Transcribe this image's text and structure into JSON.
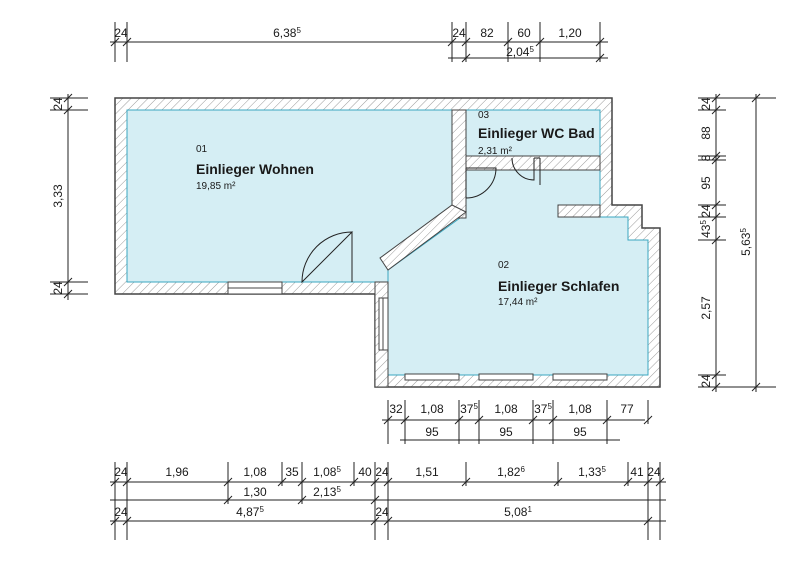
{
  "rooms": [
    {
      "number": "01",
      "name": "Einlieger Wohnen",
      "area": "19,85 m²"
    },
    {
      "number": "02",
      "name": "Einlieger Schlafen",
      "area": "17,44 m²"
    },
    {
      "number": "03",
      "name": "Einlieger WC Bad",
      "area": "2,31 m²"
    }
  ],
  "dims": {
    "top_row1": [
      "24",
      "6,38",
      "24",
      "82",
      "60",
      "1,20"
    ],
    "top_row1_sup": {
      "b": "5"
    },
    "top_row2": "2,04",
    "top_row2_sup": "5",
    "left": [
      "24",
      "3,33",
      "24"
    ],
    "right_row1": [
      "24",
      "88",
      "8",
      "95",
      "24",
      "43",
      "2,57",
      "24"
    ],
    "right_row1_sup": {
      "f": "5"
    },
    "right_total": "5,63",
    "right_total_sup": "5",
    "win_row1": [
      "32",
      "1,08",
      "37",
      "1,08",
      "37",
      "1,08",
      "77"
    ],
    "win_row1_sup": "5",
    "win_row2": [
      "95",
      "95",
      "95"
    ],
    "bot_row1": [
      "24",
      "1,96",
      "1,08",
      "35",
      "1,08",
      "40",
      "24",
      "1,51",
      "1,82",
      "1,33",
      "41",
      "24"
    ],
    "bot_row1_sup": {
      "e": "5",
      "i": "6",
      "j": "5"
    },
    "bot_row2": [
      "1,30",
      "2,13"
    ],
    "bot_row2_sup": "5",
    "bot_row3": [
      "24",
      "4,87",
      "24",
      "5,08"
    ],
    "bot_row3_sup": {
      "b": "5",
      "d": "1"
    }
  },
  "colors": {
    "room_fill": "#d5eef4",
    "room_outline": "#3aa7c0",
    "wall": "#444444",
    "dim_line": "#222222"
  }
}
